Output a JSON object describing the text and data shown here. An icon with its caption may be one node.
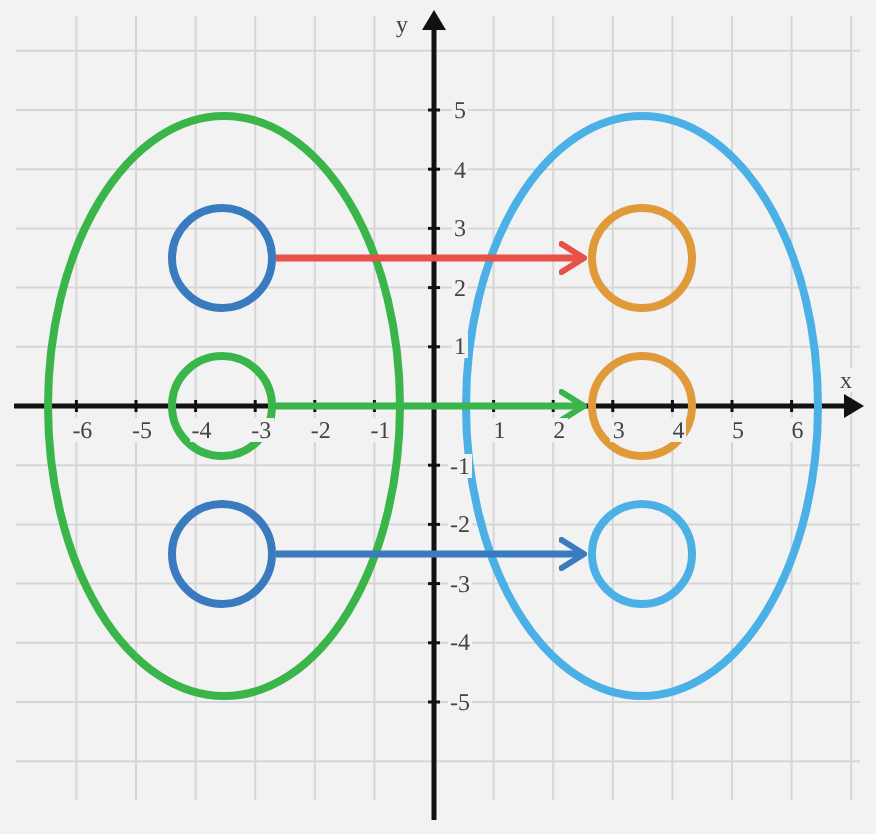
{
  "diagram": {
    "nodes": [
      {
        "text": [],
        "shape": "ellipse"
      },
      {
        "text": [],
        "shape": "circle",
        "in": 0
      },
      {
        "text": [],
        "shape": "circle",
        "in": 0
      },
      {
        "text": [],
        "shape": "circle",
        "in": 0
      },
      {
        "text": [],
        "shape": "ellipse"
      },
      {
        "text": [],
        "shape": "circle",
        "in": 4
      },
      {
        "text": [],
        "shape": "circle",
        "in": 4
      },
      {
        "text": [],
        "shape": "circle",
        "in": 4
      }
    ],
    "edges": [
      {
        "from": 1,
        "to": 5,
        "arrow": "to",
        "color": "#e8504a"
      },
      {
        "from": 2,
        "to": 6,
        "arrow": "to",
        "color": "#3ab54a"
      },
      {
        "from": 3,
        "to": 7,
        "arrow": "to",
        "color": "#3a7bbf"
      }
    ],
    "labels": [
      "y",
      "5",
      "4",
      "3",
      "2",
      "1",
      "x",
      "-6",
      "-5",
      "-4",
      "-3",
      "-2",
      "-1",
      "1",
      "2",
      "3",
      "4",
      "5",
      "6",
      "-1",
      "-2",
      "-3",
      "-4",
      "-5"
    ]
  }
}
